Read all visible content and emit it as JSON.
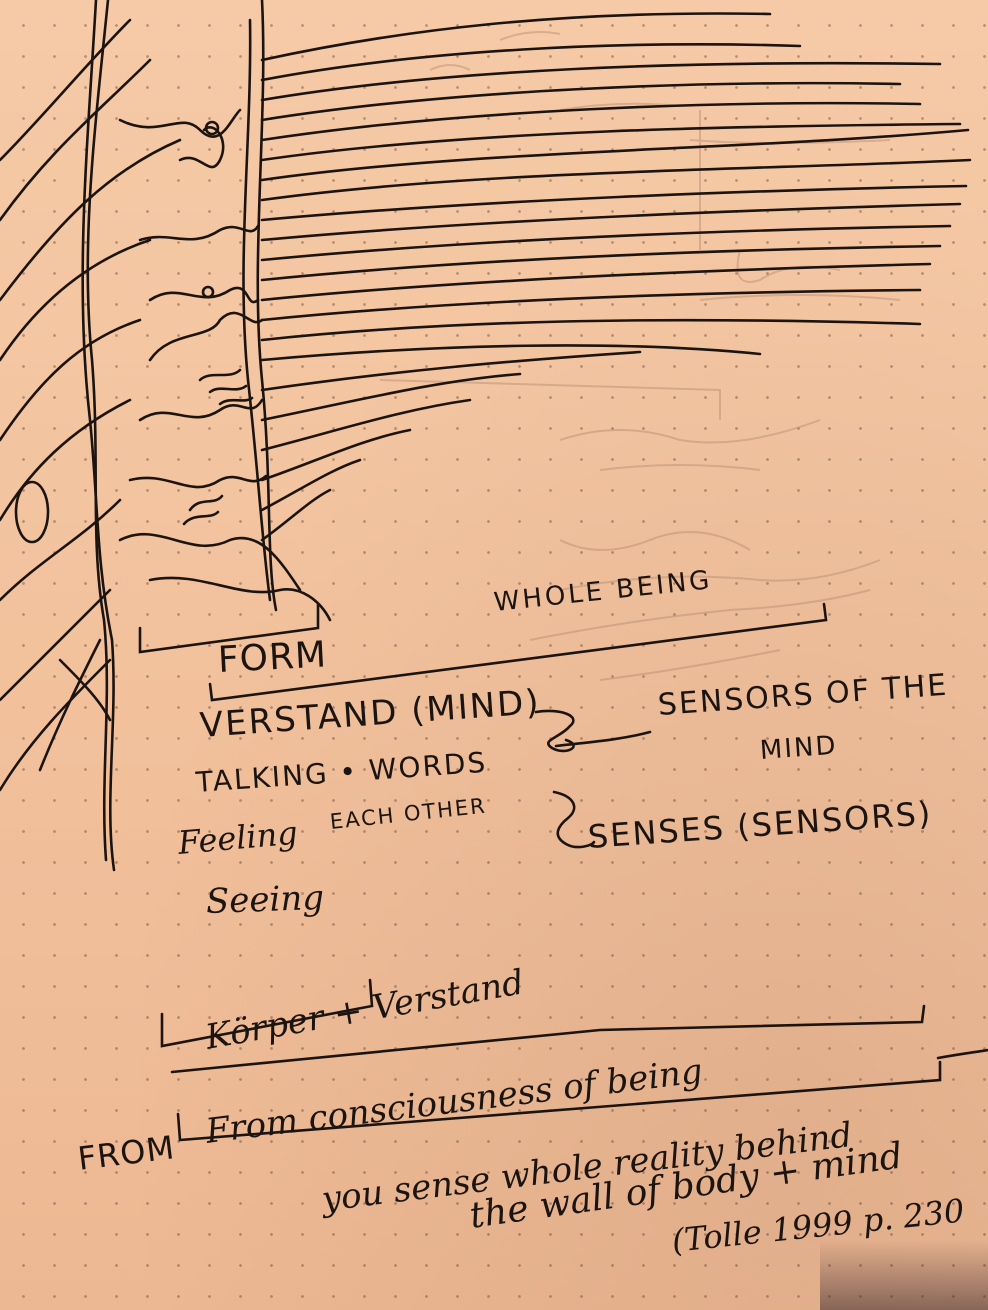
{
  "notebook": {
    "paper_color": "#f4c7a3",
    "ink_color": "#1c1410",
    "labels": {
      "whole_being": "WHOLE BEING",
      "form": "FORM",
      "verstand": "VERSTAND (MIND)",
      "talking": "TALKING • WORDS",
      "feeling": "Feeling",
      "each_other": "EACH OTHER",
      "seeing": "Seeing",
      "sensors_of_the": "SENSORS OF THE",
      "mind": "MIND",
      "senses": "SENSES (SENSORS)",
      "korper": "Körper + Verstand"
    },
    "quote": {
      "line1": "From consciousness of being",
      "line2_prefix": "FROM",
      "line3": "you sense whole reality behind",
      "line4": "the wall of body + mind",
      "citation": "(Tolle 1999 p. 230"
    }
  }
}
